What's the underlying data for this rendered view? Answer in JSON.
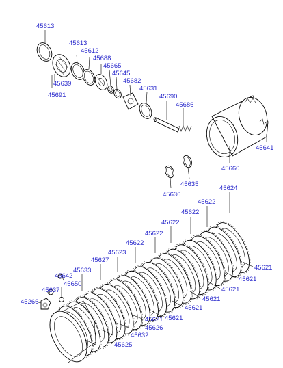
{
  "diagram": {
    "labels": {
      "p45613a": "45613",
      "p45613b": "45613",
      "p45612": "45612",
      "p45688": "45688",
      "p45665": "45665",
      "p45645": "45645",
      "p45639": "45639",
      "p45691": "45691",
      "p45682": "45682",
      "p45631": "45631",
      "p45690": "45690",
      "p45686": "45686",
      "p45641": "45641",
      "p45660": "45660",
      "p45636": "45636",
      "p45635": "45635",
      "p45624": "45624",
      "p45622a": "45622",
      "p45622b": "45622",
      "p45622c": "45622",
      "p45622d": "45622",
      "p45622e": "45622",
      "p45623": "45623",
      "p45627": "45627",
      "p45633": "45633",
      "p45642": "45642",
      "p45650": "45650",
      "p45637": "45637",
      "p45266": "45266",
      "p45621a": "45621",
      "p45621b": "45621",
      "p45621c": "45621",
      "p45621d": "45621",
      "p45621e": "45621",
      "p45621f": "45621",
      "p45621g": "45621",
      "p45626": "45626",
      "p45632": "45632",
      "p45625": "45625"
    },
    "colors": {
      "label": "#2a2acc",
      "line": "#000000",
      "background": "#ffffff"
    }
  }
}
